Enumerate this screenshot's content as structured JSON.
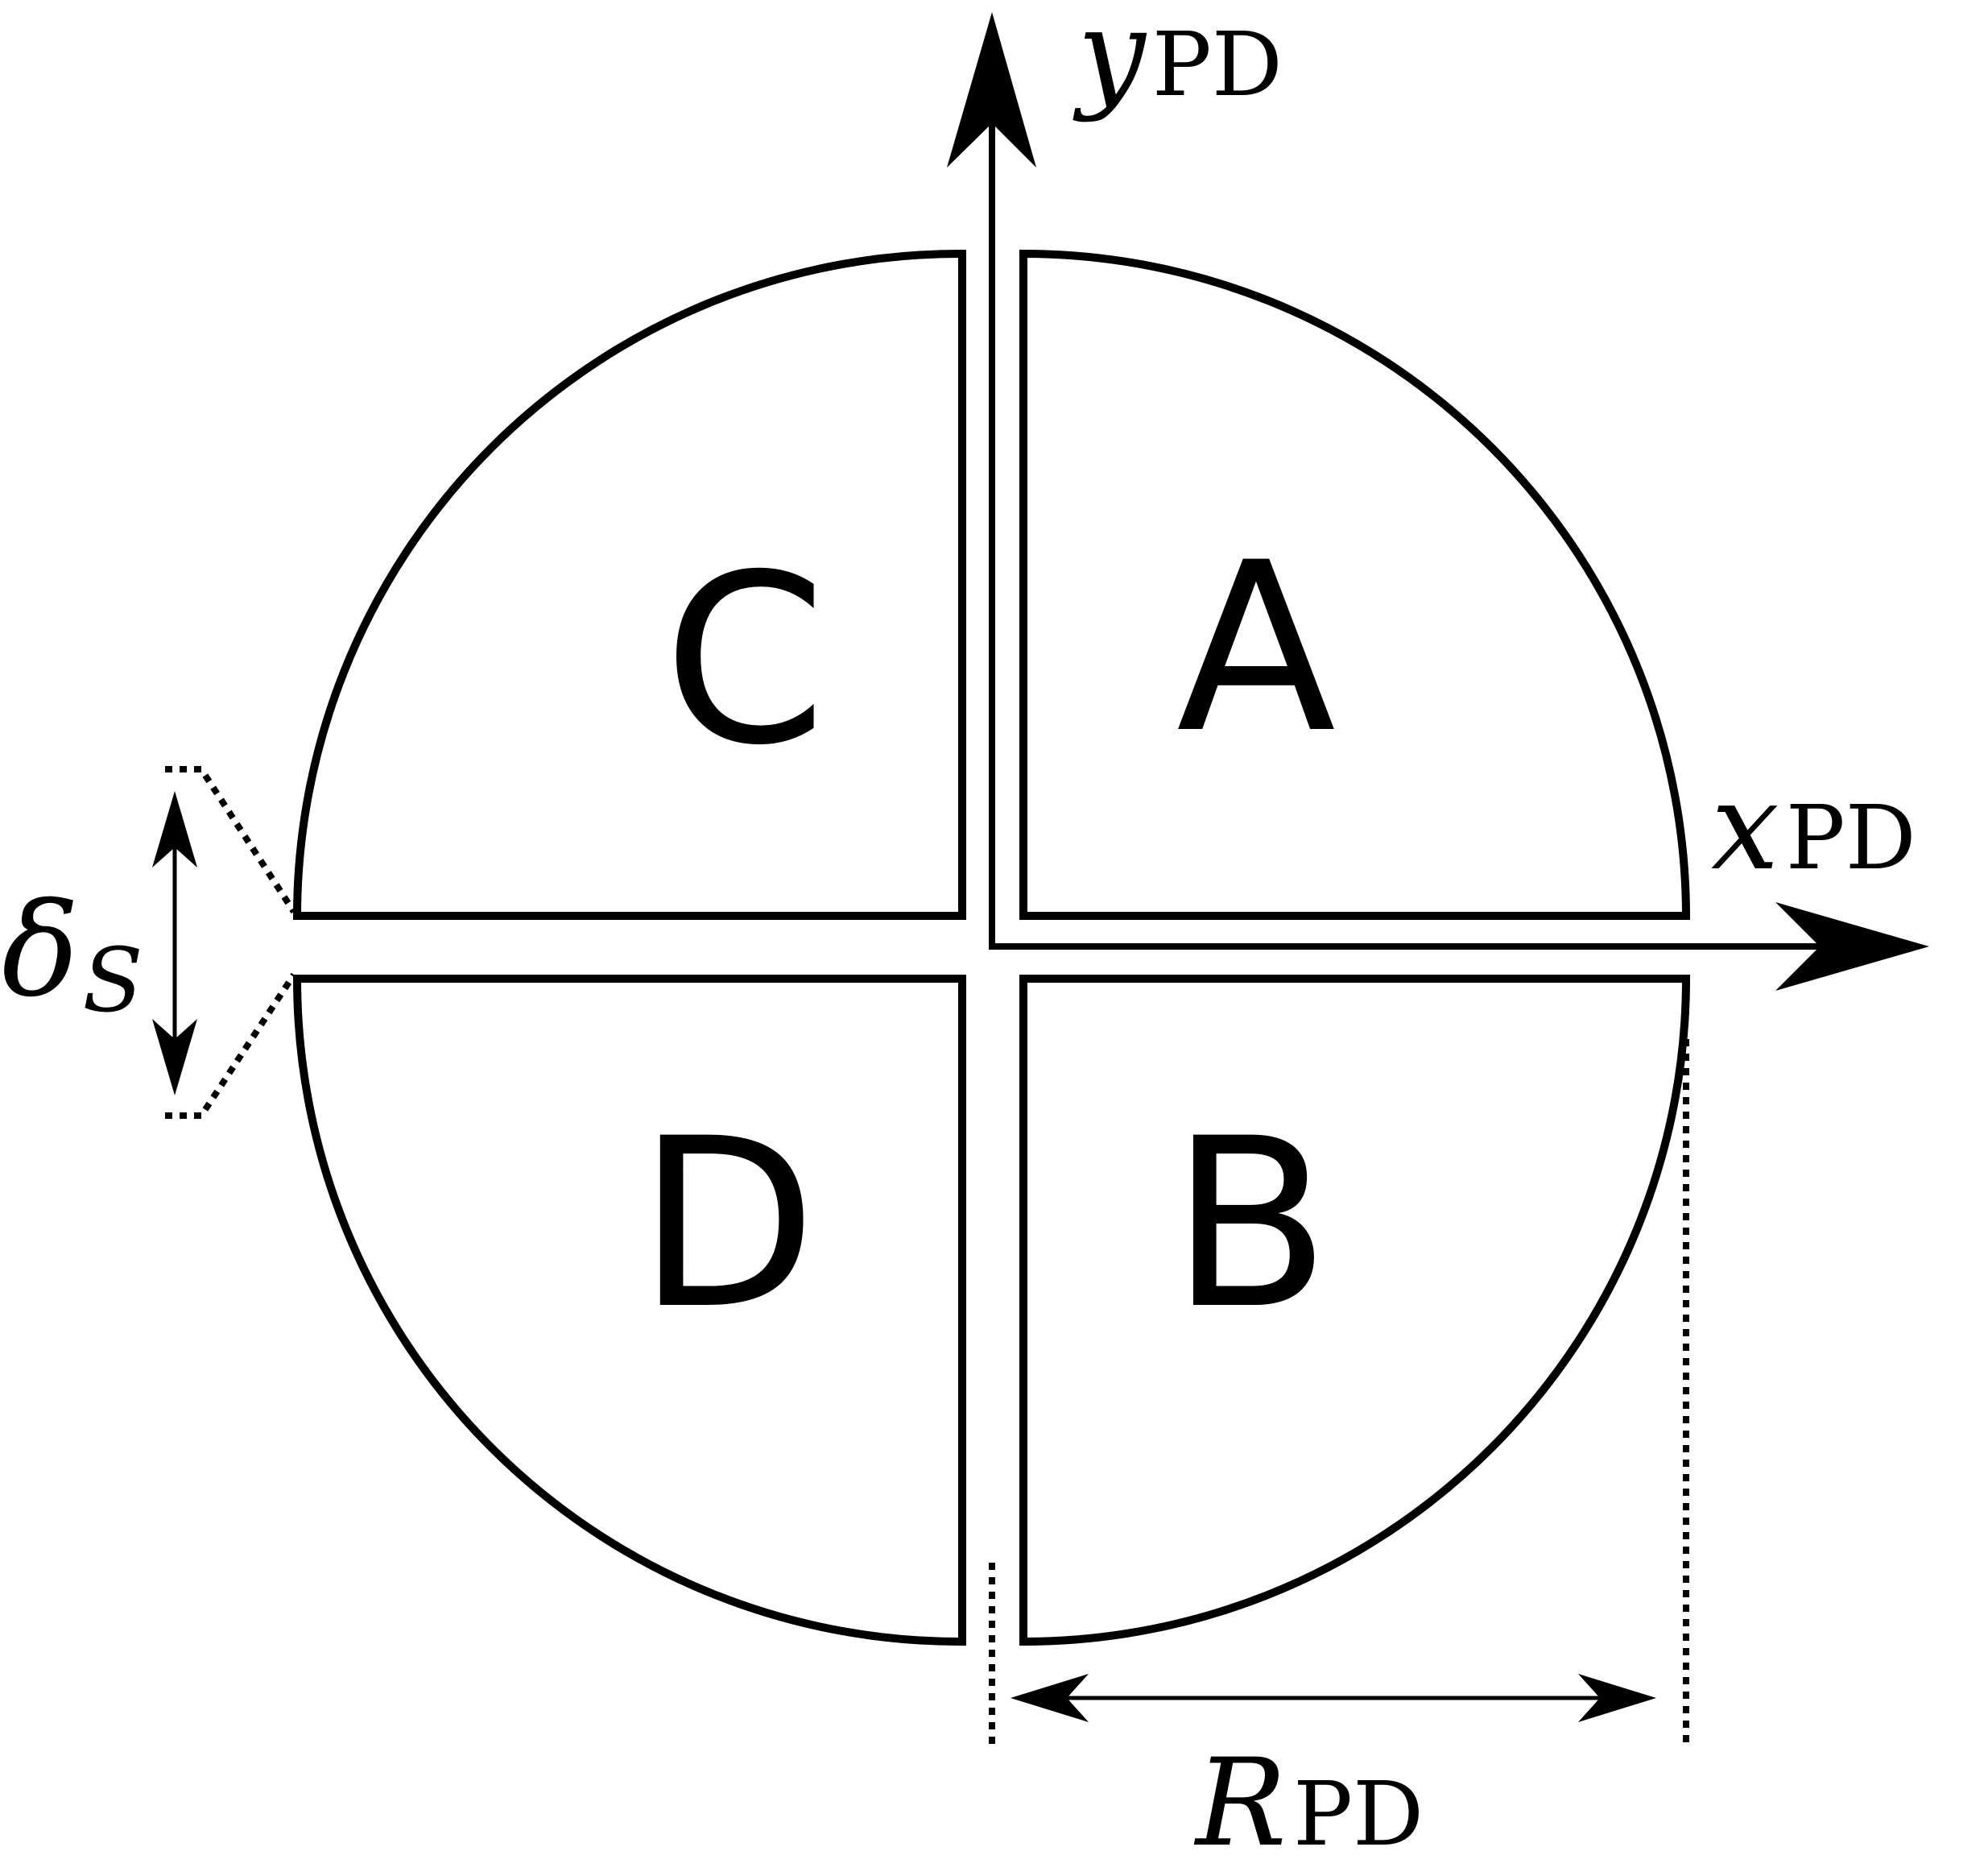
{
  "quadrants": {
    "a": "A",
    "b": "B",
    "c": "C",
    "d": "D"
  },
  "axes": {
    "x": {
      "var": "x",
      "sub": "PD"
    },
    "y": {
      "var": "y",
      "sub": "PD"
    }
  },
  "dimensions": {
    "radius": {
      "var": "R",
      "sub": "PD"
    },
    "gap": {
      "var": "δ",
      "sub": "S"
    }
  },
  "colors": {
    "stroke": "#000000",
    "background": "#ffffff"
  }
}
